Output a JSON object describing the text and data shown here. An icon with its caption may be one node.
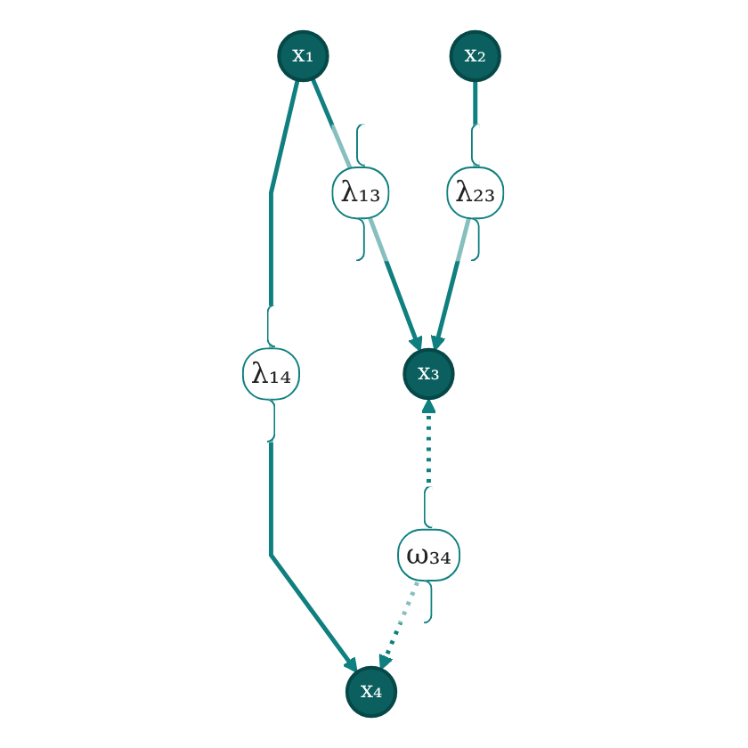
{
  "diagram": {
    "nodes": [
      {
        "text": [
          "x₁"
        ]
      },
      {
        "text": [
          "x₂"
        ]
      },
      {
        "text": [
          "x₃"
        ]
      },
      {
        "text": [
          "x₄"
        ]
      }
    ],
    "edges": [
      {
        "from": 0,
        "to": 2,
        "arrow": "to",
        "label": "λ₁₃"
      },
      {
        "from": 0,
        "to": 3,
        "arrow": "to",
        "label": "λ₁₄"
      },
      {
        "from": 1,
        "to": 2,
        "arrow": "to",
        "label": "λ₂₃"
      },
      {
        "from": 2,
        "to": 3,
        "arrow": "both",
        "label": "ω₃₄",
        "style": "dashed"
      }
    ]
  }
}
